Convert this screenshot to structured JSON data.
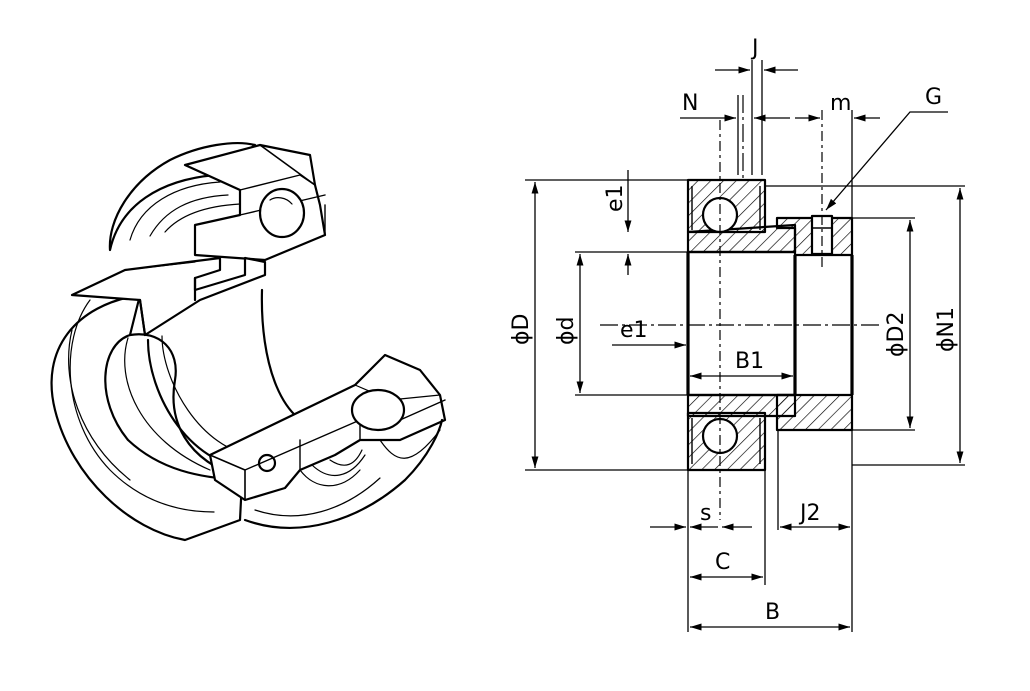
{
  "labels": {
    "J": "J",
    "N": "N",
    "m": "m",
    "G": "G",
    "e1_top": "e1",
    "phi_D": "ϕD",
    "phi_d": "ϕd",
    "e1_mid": "e1",
    "B1": "B1",
    "phi_D2": "ϕD2",
    "phi_N1": "ϕN1",
    "s": "s",
    "J2": "J2",
    "C": "C",
    "B": "B"
  },
  "colors": {
    "ink": "#000000",
    "paper": "#ffffff"
  }
}
